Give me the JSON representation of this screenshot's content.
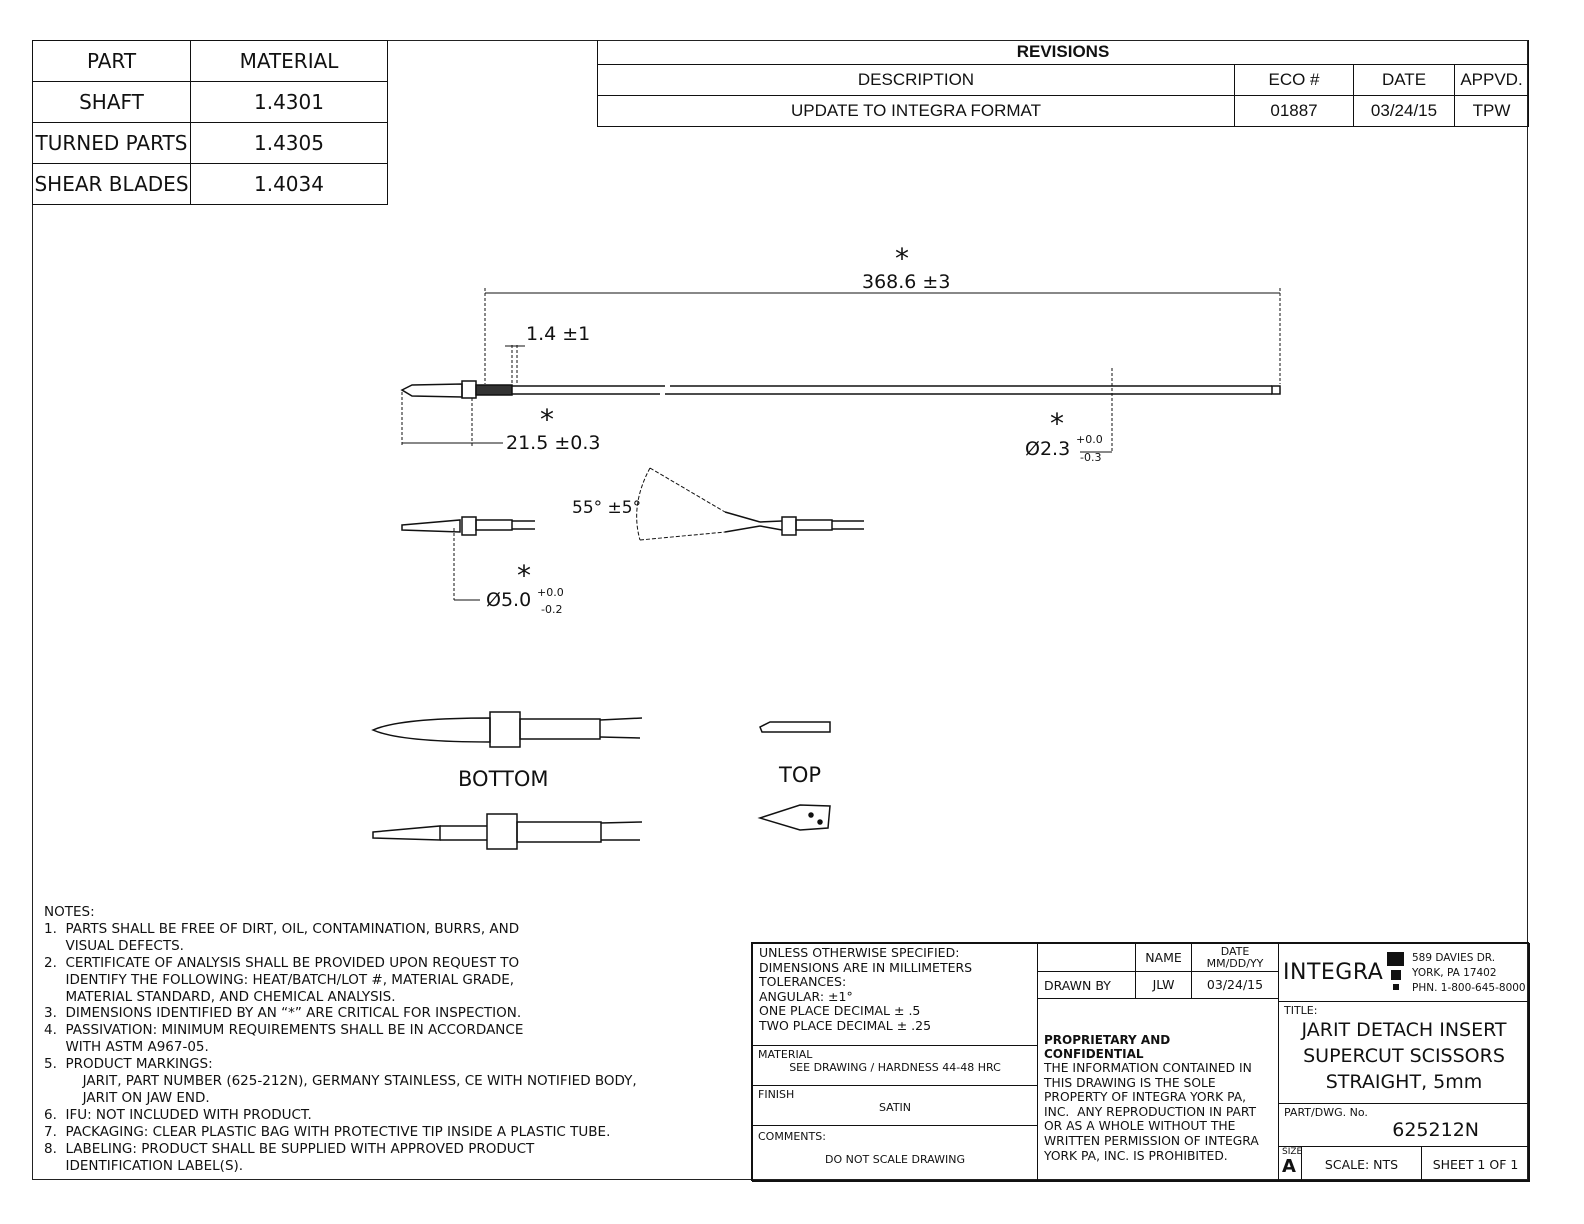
{
  "materials": {
    "headers": [
      "PART",
      "MATERIAL"
    ],
    "rows": [
      [
        "SHAFT",
        "1.4301"
      ],
      [
        "TURNED PARTS",
        "1.4305"
      ],
      [
        "SHEAR BLADES",
        "1.4034"
      ]
    ]
  },
  "revisions": {
    "title": "REVISIONS",
    "headers": [
      "DESCRIPTION",
      "ECO #",
      "DATE",
      "APPVD."
    ],
    "rows": [
      [
        "UPDATE TO INTEGRA FORMAT",
        "01887",
        "03/24/15",
        "TPW"
      ]
    ]
  },
  "dimensions": {
    "overall": "368.6 ±3",
    "step": "1.4 ±1",
    "tip": "21.5 ±0.3",
    "shaft_dia": "Ø2.3",
    "shaft_tol_plus": "+0.0",
    "shaft_tol_minus": "-0.3",
    "angle": "55° ±5°",
    "head_dia": "Ø5.0",
    "head_tol_plus": "+0.0",
    "head_tol_minus": "-0.2",
    "critical_mark": "*"
  },
  "views": {
    "bottom": "BOTTOM",
    "top": "TOP"
  },
  "notes": {
    "heading": "NOTES:",
    "items": [
      "1.  PARTS SHALL BE FREE OF DIRT, OIL, CONTAMINATION, BURRS, AND\n     VISUAL DEFECTS.",
      "2.  CERTIFICATE OF ANALYSIS SHALL BE PROVIDED UPON REQUEST TO\n     IDENTIFY THE FOLLOWING: HEAT/BATCH/LOT #, MATERIAL GRADE,\n     MATERIAL STANDARD, AND CHEMICAL ANALYSIS.",
      "3.  DIMENSIONS IDENTIFIED BY AN “*” ARE CRITICAL FOR INSPECTION.",
      "4.  PASSIVATION: MINIMUM REQUIREMENTS SHALL BE IN ACCORDANCE\n     WITH ASTM A967-05.",
      "5.  PRODUCT MARKINGS:\n         JARIT, PART NUMBER (625-212N), GERMANY STAINLESS, CE WITH NOTIFIED BODY,\n         JARIT ON JAW END.",
      "6.  IFU: NOT INCLUDED WITH PRODUCT.",
      "7.  PACKAGING: CLEAR PLASTIC BAG WITH PROTECTIVE TIP INSIDE A PLASTIC TUBE.",
      "8.  LABELING: PRODUCT SHALL BE SUPPLIED WITH APPROVED PRODUCT\n     IDENTIFICATION LABEL(S)."
    ]
  },
  "titleblock": {
    "spec": "UNLESS OTHERWISE SPECIFIED:\nDIMENSIONS ARE IN MILLIMETERS\nTOLERANCES:\nANGULAR: ±1°\nONE PLACE DECIMAL ± .5\nTWO PLACE DECIMAL ± .25",
    "material_label": "MATERIAL",
    "material": "SEE DRAWING / HARDNESS 44-48 HRC",
    "finish_label": "FINISH",
    "finish": "SATIN",
    "comments_label": "COMMENTS:",
    "comments": "DO NOT SCALE DRAWING",
    "name_label": "NAME",
    "date_label": "DATE\nMM/DD/YY",
    "drawn_by_label": "DRAWN BY",
    "drawn_by": "JLW",
    "drawn_date": "03/24/15",
    "proprietary_title": "PROPRIETARY AND CONFIDENTIAL",
    "proprietary_text": "THE INFORMATION CONTAINED IN\nTHIS DRAWING IS THE SOLE\nPROPERTY OF INTEGRA YORK PA,\nINC.  ANY REPRODUCTION IN PART\nOR AS A WHOLE WITHOUT THE\nWRITTEN PERMISSION OF INTEGRA\nYORK PA, INC. IS PROHIBITED.",
    "company": "INTEGRA",
    "address": "589 DAVIES DR.\nYORK, PA 17402\nPHN. 1-800-645-8000",
    "title_label": "TITLE:",
    "title": "JARIT DETACH INSERT\nSUPERCUT SCISSORS\nSTRAIGHT, 5mm",
    "part_label": "PART/DWG. No.",
    "part_no": "625212N",
    "size_label": "SIZE",
    "size": "A",
    "scale": "SCALE: NTS",
    "sheet": "SHEET 1 OF 1"
  }
}
